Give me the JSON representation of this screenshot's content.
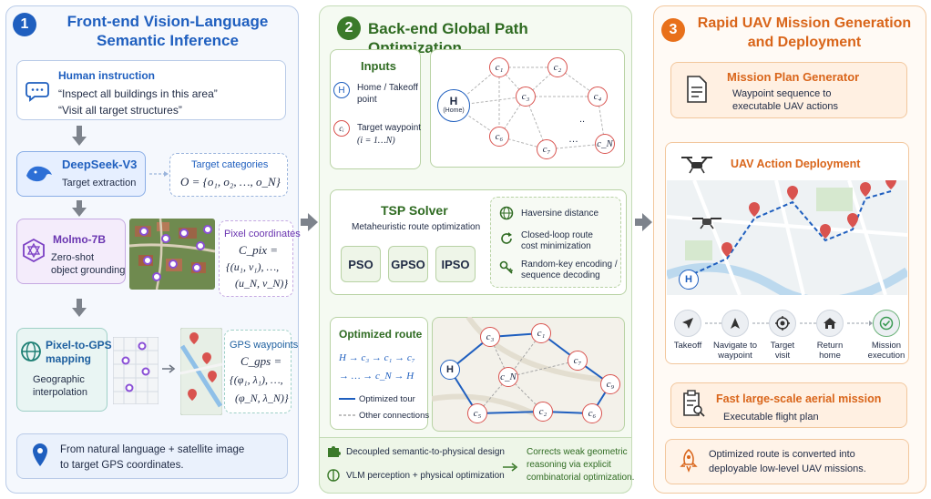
{
  "panel1": {
    "number": "1",
    "title_line1": "Front-end Vision-Language",
    "title_line2": "Semantic Inference",
    "human": {
      "heading": "Human instruction",
      "quote1": "“Inspect all buildings in this area”",
      "quote2": "“Visit all target structures”"
    },
    "deepseek": {
      "name": "DeepSeek-V3",
      "desc": "Target extraction"
    },
    "categories": {
      "heading": "Target categories",
      "formula": "O = {o₁, o₂, …, o_N}"
    },
    "molmo": {
      "name": "Molmo-7B",
      "desc1": "Zero-shot",
      "desc2": "object grounding"
    },
    "pixel": {
      "heading": "Pixel coordinates",
      "f1": "C_pix =",
      "f2": "{(u₁, v₁), …,",
      "f3": "(u_N, v_N)}"
    },
    "gps_map": {
      "name1": "Pixel-to-GPS",
      "name2": "mapping",
      "desc1": "Geographic",
      "desc2": "interpolation"
    },
    "gps": {
      "heading": "GPS waypoints",
      "f1": "C_gps =",
      "f2": "{(φ₁, λ₁), …,",
      "f3": "(φ_N, λ_N)}"
    },
    "footer1": "From natural language + satellite image",
    "footer2": "to target GPS coordinates."
  },
  "panel2": {
    "number": "2",
    "title": "Back-end Global Path Optimization",
    "inputs": {
      "heading": "Inputs",
      "home_sym": "H",
      "home1": "Home / Takeoff",
      "home2": "point",
      "tgt_sym": "cᵢ",
      "tgt1": "Target waypoint",
      "tgt2": "(i = 1…N)"
    },
    "graph": {
      "home": "H",
      "home_sub": "(Home)",
      "nodes": [
        "c₁",
        "c₂",
        "c₃",
        "c₄",
        "c₆",
        "c₇",
        "c_N"
      ],
      "dots": "..",
      "dots2": "…"
    },
    "tsp": {
      "heading": "TSP Solver",
      "sub": "Metaheuristic route optimization",
      "btns": [
        "PSO",
        "GPSO",
        "IPSO"
      ],
      "f1": "Haversine distance",
      "f2a": "Closed-loop route",
      "f2b": "cost minimization",
      "f3a": "Random-key encoding /",
      "f3b": "sequence decoding"
    },
    "opt": {
      "heading": "Optimized route",
      "r1": "H → c₃ → c₁ → c₇",
      "r2": "→ … → c_N → H",
      "leg1": "Optimized tour",
      "leg2": "Other connections"
    },
    "route_nodes": [
      "c₃",
      "c₁",
      "c₇",
      "c_N",
      "c₉",
      "c₂",
      "c₆",
      "c₅",
      "H"
    ],
    "bottom": {
      "a": "Decoupled semantic-to-physical design",
      "b": "VLM perception + physical optimization",
      "c1": "Corrects weak geometric",
      "c2": "reasoning via explicit",
      "c3": "combinatorial optimization."
    }
  },
  "panel3": {
    "number": "3",
    "title_line1": "Rapid UAV Mission Generation",
    "title_line2": "and Deployment",
    "planner": {
      "heading": "Mission Plan Generator",
      "d1": "Waypoint sequence to",
      "d2": "executable UAV actions"
    },
    "deploy": {
      "heading": "UAV Action Deployment",
      "home": "H"
    },
    "steps": [
      {
        "l1": "Takeoff",
        "l2": ""
      },
      {
        "l1": "Navigate to",
        "l2": "waypoint"
      },
      {
        "l1": "Target",
        "l2": "visit"
      },
      {
        "l1": "Return",
        "l2": "home"
      },
      {
        "l1": "Mission",
        "l2": "execution"
      }
    ],
    "fast": {
      "heading": "Fast large-scale aerial mission",
      "desc": "Executable flight plan"
    },
    "footer1": "Optimized route is converted into",
    "footer2": "deployable low-level UAV missions."
  },
  "colors": {
    "blue": "#1f5fbf",
    "green": "#3b7a2a",
    "orange": "#e8701a",
    "red": "#d9534f"
  }
}
